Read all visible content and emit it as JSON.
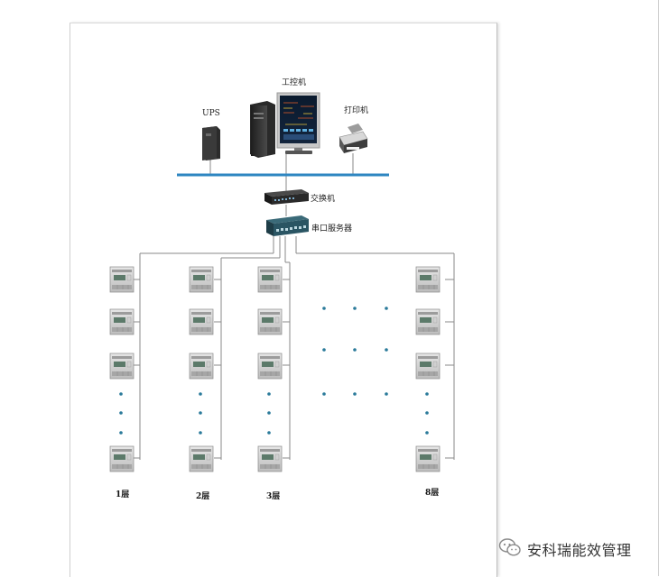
{
  "devices": {
    "ups_label": "UPS",
    "ipc_label": "工控机",
    "printer_label": "打印机",
    "switch_label": "交换机",
    "serial_server_label": "串口服务器"
  },
  "floors": [
    "1层",
    "2层",
    "3层",
    "8层"
  ],
  "watermark": {
    "text": "安科瑞能效管理",
    "icon": "wechat-icon"
  },
  "colors": {
    "bus": "#2e86c1",
    "wire": "#8a8a8a",
    "dot": "#2a7a9a"
  }
}
